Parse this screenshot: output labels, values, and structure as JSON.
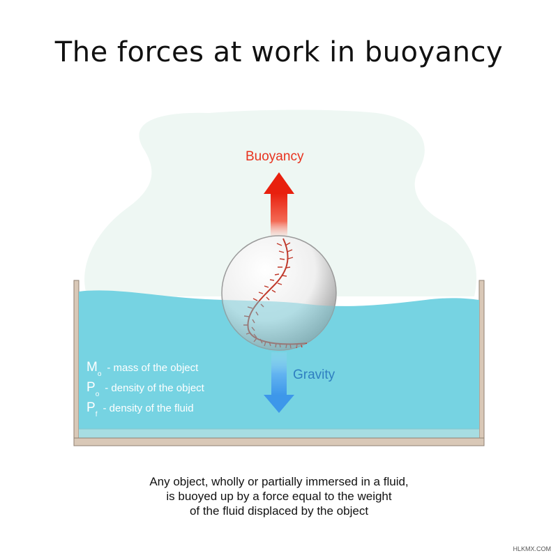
{
  "title": "The forces at work in buoyancy",
  "forces": {
    "up_label": "Buoyancy",
    "down_label": "Gravity"
  },
  "legend": [
    {
      "symbol": "M",
      "subscript": "o",
      "description": "- mass of the object"
    },
    {
      "symbol": "P",
      "subscript": "o",
      "description": "- density of the object"
    },
    {
      "symbol": "P",
      "subscript": "f",
      "description": "- density of the fluid"
    }
  ],
  "caption": [
    "Any object, wholly or partially immersed in a fluid,",
    "is buoyed up by a force equal to the weight",
    "of the fluid displaced by the object"
  ],
  "watermark": "HLKMX.COM",
  "colors": {
    "buoyancy": "#e8321e",
    "gravity": "#2f7fc1",
    "water": "#76d3e2",
    "tank_wall": "#d9c8b7",
    "background_cloud": "#eef7f3"
  }
}
